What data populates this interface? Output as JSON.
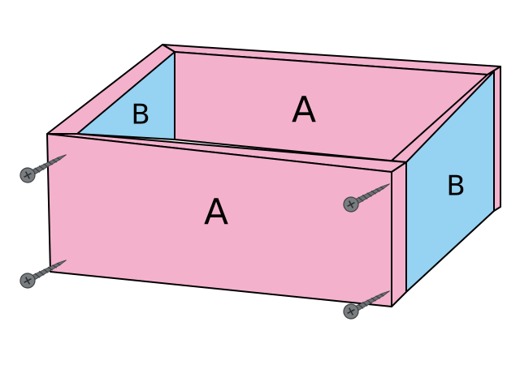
{
  "labels": {
    "back_panel": "A",
    "front_panel": "A",
    "left_side_panel": "B",
    "right_side_panel": "B"
  },
  "colors": {
    "panel_a": "#f3b1cc",
    "panel_b": "#96d2f2",
    "outline": "#000000",
    "screw": "#6d7073",
    "screw_dark": "#3e4143"
  },
  "screws": {
    "count": 4,
    "icon": "screw-icon"
  }
}
